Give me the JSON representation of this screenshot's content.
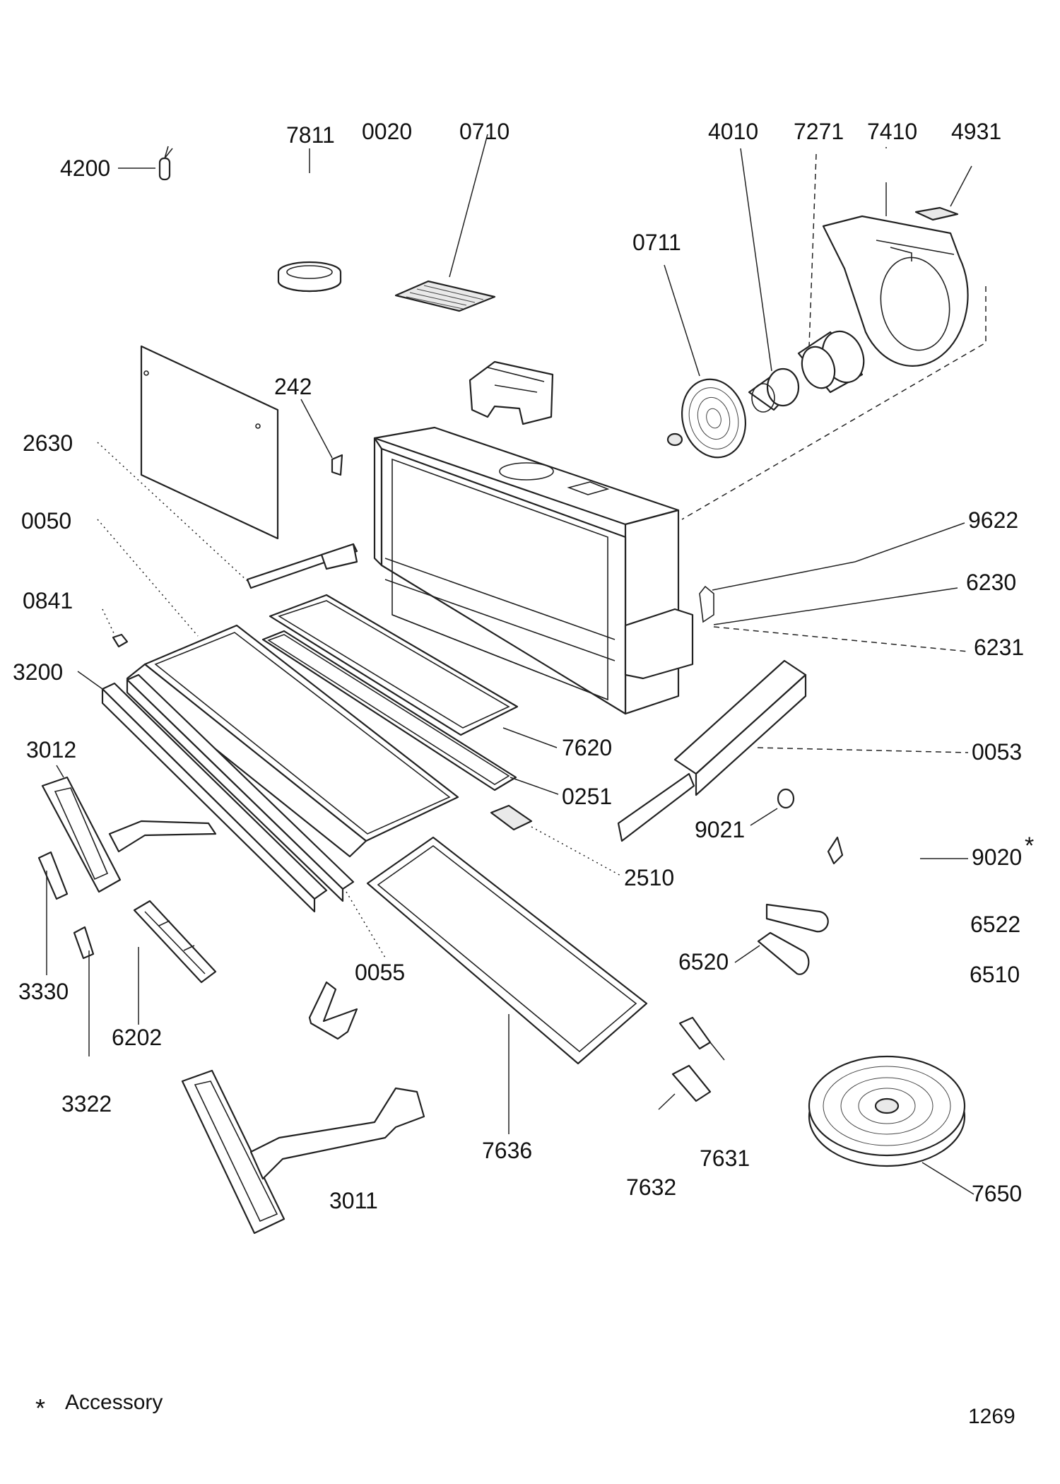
{
  "diagram": {
    "part_numbers": {
      "p4200": "4200",
      "p7811": "7811",
      "p0020": "0020",
      "p0710": "0710",
      "p4010": "4010",
      "p7271": "7271",
      "p7410": "7410",
      "p4931": "4931",
      "p0711": "0711",
      "p242": "242",
      "p2630": "2630",
      "p0050": "0050",
      "p9622": "9622",
      "p6230": "6230",
      "p0841": "0841",
      "p6231": "6231",
      "p3200": "3200",
      "p7620": "7620",
      "p3012": "3012",
      "p0053": "0053",
      "p0251": "0251",
      "p9021": "9021",
      "p9020": "9020",
      "p2510": "2510",
      "p6522": "6522",
      "p6520": "6520",
      "p6510": "6510",
      "p0055": "0055",
      "p3330": "3330",
      "p6202": "6202",
      "p3322": "3322",
      "p7636": "7636",
      "p7631": "7631",
      "p7632": "7632",
      "p3011": "3011",
      "p7650": "7650"
    },
    "accessory_mark": "*",
    "legend": {
      "symbol": "*",
      "text": "Accessory"
    },
    "page_number": "1269"
  }
}
